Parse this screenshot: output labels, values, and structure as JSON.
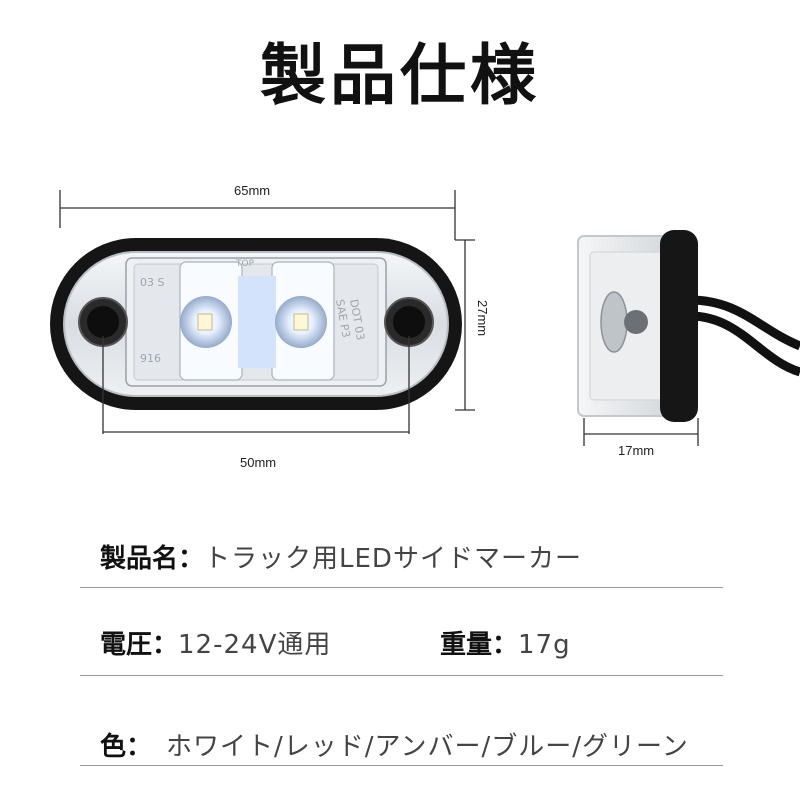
{
  "title": "製品仕様",
  "dimensions": {
    "length_label": "65mm",
    "height_label": "27mm",
    "hole_spacing_label": "50mm",
    "depth_label": "17mm"
  },
  "specs": {
    "product_name_key": "製品名：",
    "product_name_value": "トラック用LEDサイドマーカー",
    "voltage_key": "電圧：",
    "voltage_value": "12-24V通用",
    "weight_key": "重量：",
    "weight_value": "17g",
    "color_key": "色：",
    "color_value": "ホワイト/レッド/アンバー/ブルー/グリーン"
  },
  "colors": {
    "text": "#111111",
    "divider": "#9a9a9a",
    "lens_body": "#1a1a1a",
    "led_glow": "#cfe3ff"
  }
}
